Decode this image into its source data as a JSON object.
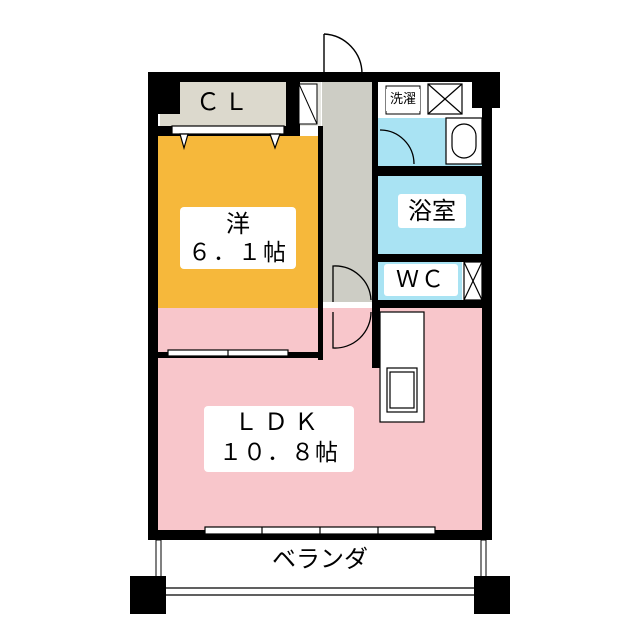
{
  "rooms": {
    "closet": "ＣＬ",
    "western_name": "洋",
    "western_size": "６．１帖",
    "laundry": "洗濯",
    "bath": "浴室",
    "toilet": "ＷＣ",
    "ldk_name": "ＬＤＫ",
    "ldk_size": "１０．８帖",
    "balcony": "ベランダ"
  },
  "colors": {
    "wall": "#000000",
    "western_floor": "#f6b83b",
    "ldk_floor": "#f8c6cb",
    "wet_area": "#a9e3f3",
    "hallway": "#cdcdc5",
    "closet_floor": "#dcd9cd"
  }
}
